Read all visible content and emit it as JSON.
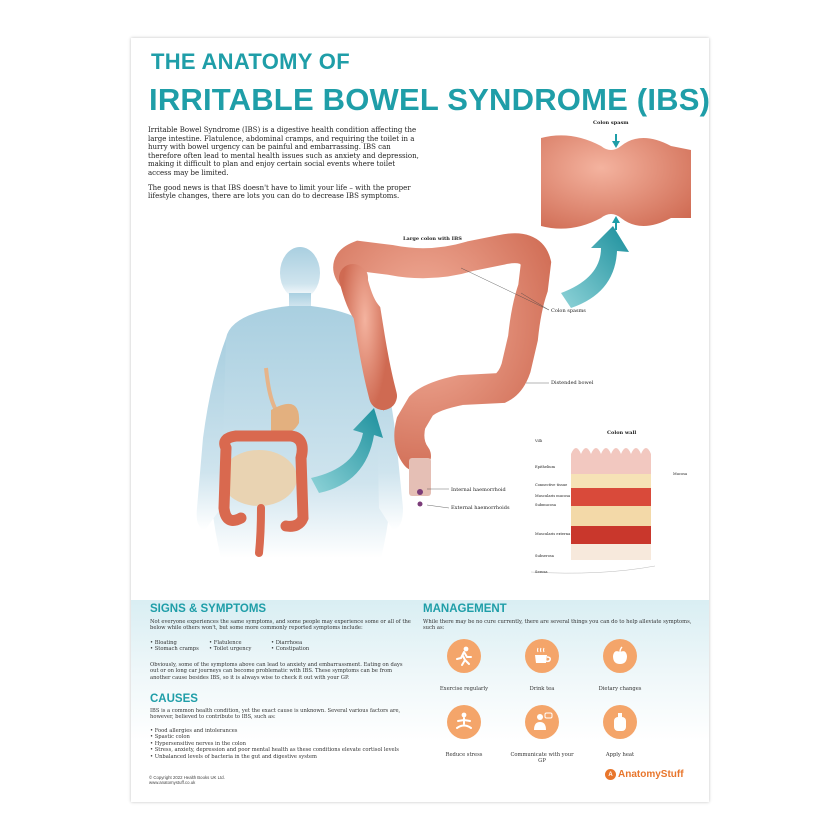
{
  "title": {
    "line1": "THE ANATOMY OF",
    "line2": "IRRITABLE BOWEL SYNDROME (IBS)"
  },
  "intro": {
    "p1": "Irritable Bowel Syndrome (IBS) is a digestive health condition affecting the large intestine. Flatulence, abdominal cramps, and requiring the toilet in a hurry with bowel urgency can be painful and embarrassing. IBS can therefore often lead to mental health issues such as anxiety and depression, making it difficult to plan and enjoy certain social events where toilet access may be limited.",
    "p2": "The good news is that IBS doesn't have to limit your life – with the proper lifestyle changes, there are lots you can do to decrease IBS symptoms."
  },
  "labels": {
    "colon_spasm": "Colon spasm",
    "large_colon": "Large colon with IBS",
    "colon_spasms": "Colon spasms",
    "distended_bowel": "Distended bowel",
    "internal_haem": "Internal haemorrhoid",
    "external_haem": "External haemorrhoids",
    "colon_wall": "Colon wall",
    "villi": "Villi",
    "epithelium": "Epithelium",
    "mucosa": "Mucosa",
    "connective": "Connective tissue",
    "muscularis_mucosa": "Muscularis mucosa",
    "submucosa": "Submucosa",
    "muscularis_externa": "Muscularis externa",
    "subserosa": "Subserosa",
    "serosa": "Serosa"
  },
  "signs": {
    "heading": "SIGNS & SYMPTOMS",
    "intro": "Not everyone experiences the same symptoms, and some people may experience some or all of the below while others won't, but some more commonly reported symptoms include:",
    "col1": [
      "Bloating",
      "Stomach cramps"
    ],
    "col2": [
      "Flatulence",
      "Toilet urgency"
    ],
    "col3": [
      "Diarrhoea",
      "Constipation"
    ],
    "outro": "Obviously, some of the symptoms above can lead to anxiety and embarrassment. Eating on days out or on long car journeys can become problematic with IBS. These symptoms can be from another cause besides IBS, so it is always wise to check it out with your GP."
  },
  "causes": {
    "heading": "CAUSES",
    "intro": "IBS is a common health condition, yet the exact cause is unknown. Several various factors are, however, believed to contribute to IBS, such as:",
    "items": [
      "Food allergies and intolerances",
      "Spastic colon",
      "Hypersensitive nerves in the colon",
      "Stress, anxiety, depression and poor mental health as these conditions elevate cortisol levels",
      "Unbalanced levels of bacteria in the gut and digestive system"
    ]
  },
  "management": {
    "heading": "MANAGEMENT",
    "intro": "While there may be no cure currently, there are several things you can do to help alleviate symptoms, such as:",
    "items": [
      {
        "label": "Exercise regularly",
        "icon": "running-person-icon"
      },
      {
        "label": "Drink tea",
        "icon": "tea-cup-icon"
      },
      {
        "label": "Dietary changes",
        "icon": "apple-icon"
      },
      {
        "label": "Reduce stress",
        "icon": "meditation-icon"
      },
      {
        "label": "Communicate with your GP",
        "icon": "doctor-icon"
      },
      {
        "label": "Apply heat",
        "icon": "hot-water-bottle-icon"
      }
    ]
  },
  "footer": {
    "copyright": "© Copyright 2022 Health Books UK Ltd.",
    "website": "www.anatomystuff.co.uk",
    "logo": "AnatomyStuff"
  },
  "colors": {
    "accent": "#1f9ea8",
    "orange": "#f4a56a",
    "colon": "#e2836b",
    "body_silhouette": "#a9cfe0"
  }
}
